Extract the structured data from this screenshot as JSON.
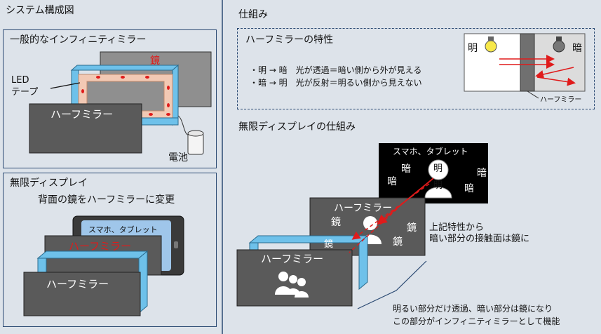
{
  "left": {
    "title": "システム構成図",
    "section1": {
      "title": "一般的なインフィニティミラー",
      "mirror_label": "鏡",
      "led_label_line1": "LED",
      "led_label_line2": "テープ",
      "half_mirror_label": "ハーフミラー",
      "battery_label": "電池"
    },
    "section2": {
      "title": "無限ディスプレイ",
      "subtitle": "背面の鏡をハーフミラーに変更",
      "phone_label": "スマホ、タブレット",
      "half_mirror_red_label": "ハーフミラー",
      "half_mirror_label": "ハーフミラー"
    }
  },
  "right": {
    "title": "仕組み",
    "property_box": {
      "title": "ハーフミラーの特性",
      "line1": "・明 → 暗　光が透過＝暗い側から外が見える",
      "line2": "・暗 → 明　光が反射＝明るい側から見えない",
      "bright_label": "明",
      "dark_label": "暗",
      "half_mirror_caption": "ハーフミラー"
    },
    "mechanism": {
      "title": "無限ディスプレイの仕組み",
      "screen_label": "スマホ、タブレット",
      "bright": "明",
      "dark": "暗",
      "half_mirror_label": "ハーフミラー",
      "mirror": "鏡",
      "note_line1": "上記特性から",
      "note_line2": "暗い部分の接触面は鏡に",
      "front_label": "ハーフミラー",
      "bottom_line1": "明るい部分だけ透過、暗い部分は鏡になり",
      "bottom_line2": "この部分がインフィニティミラーとして機能"
    }
  },
  "colors": {
    "frame": "#6ec1ea",
    "led": "#f2c9b4",
    "led_dot": "#e01b1b",
    "panel_border": "#2b4a73",
    "half_mirror_fill": "#5a5a5a",
    "mirror_fill": "#8f8f8f",
    "red": "#e01b1b",
    "bulb": "#f7e84a"
  }
}
